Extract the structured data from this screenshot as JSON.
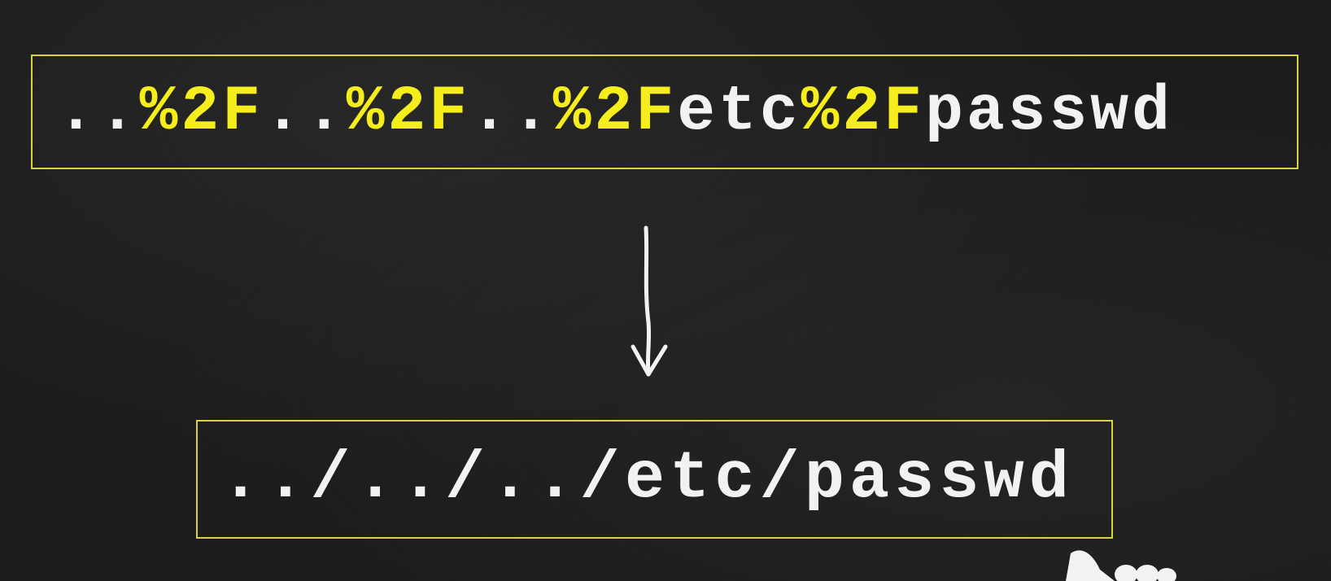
{
  "encoded": {
    "segments": [
      {
        "text": "..",
        "color": "white"
      },
      {
        "text": "%2F",
        "color": "yellow"
      },
      {
        "text": "..",
        "color": "white"
      },
      {
        "text": "%2F",
        "color": "yellow"
      },
      {
        "text": "..",
        "color": "white"
      },
      {
        "text": "%2F",
        "color": "yellow"
      },
      {
        "text": "etc",
        "color": "white"
      },
      {
        "text": "%2F",
        "color": "yellow"
      },
      {
        "text": "passwd",
        "color": "white"
      }
    ]
  },
  "decoded": {
    "text": "../../../etc/passwd"
  },
  "icons": {
    "arrow": "arrow-down-icon",
    "cursor": "hand-pointer-icon"
  },
  "colors": {
    "background": "#1c1c1c",
    "highlight": "#f5ee1c",
    "text": "#f2f2f2",
    "box_border": "#d8d43a"
  }
}
